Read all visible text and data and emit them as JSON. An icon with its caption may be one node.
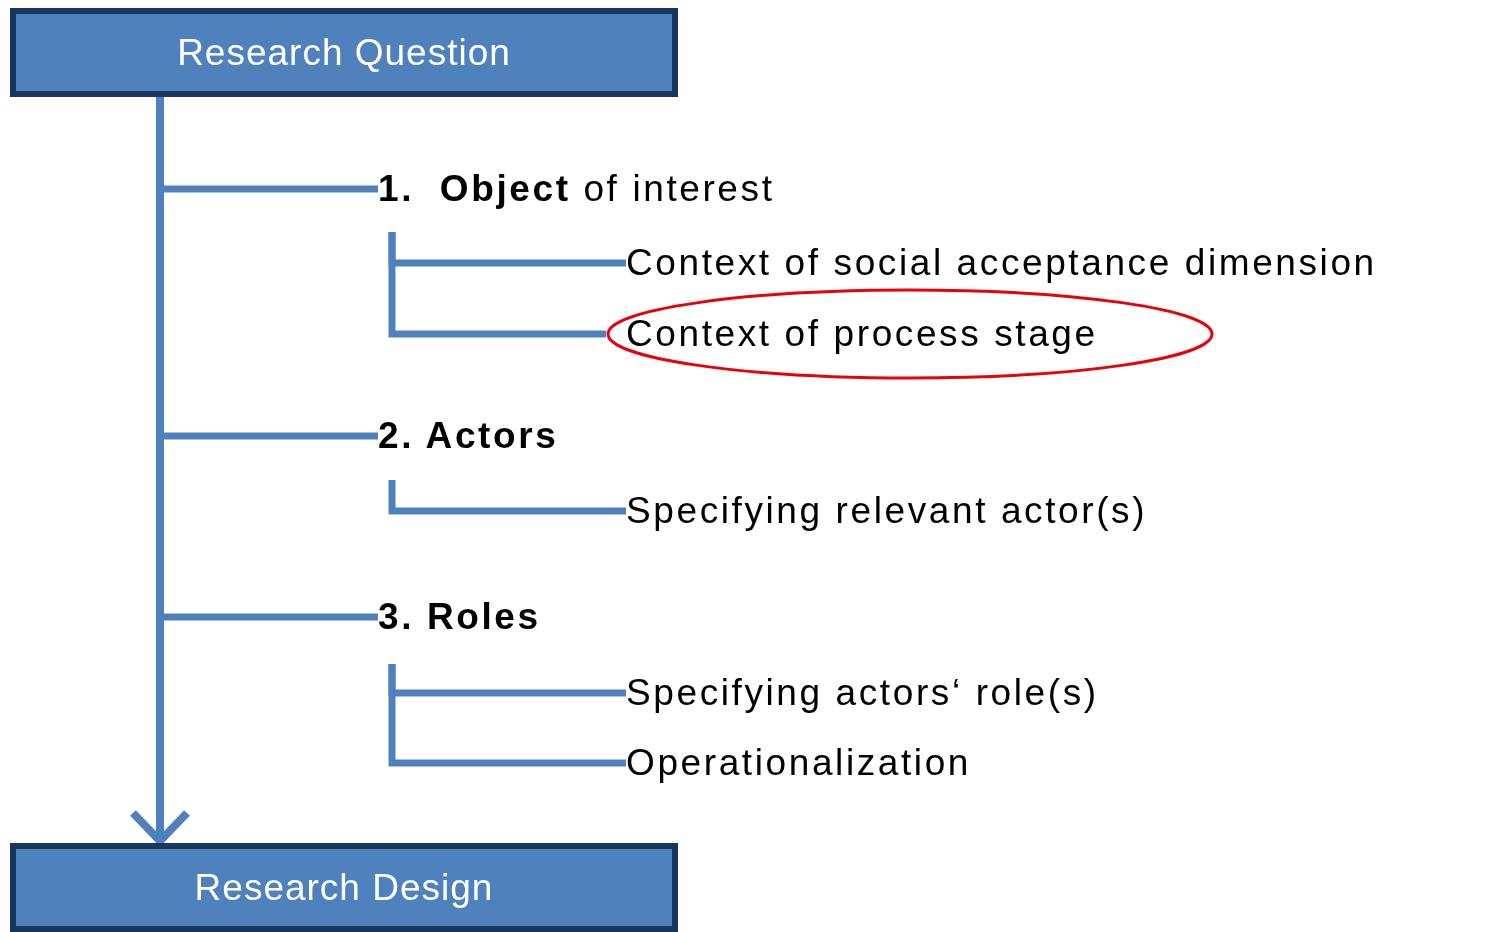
{
  "diagram": {
    "nodes": [
      {
        "text": [
          "Research Question"
        ]
      },
      {
        "text": [
          "Research Design"
        ]
      },
      {
        "text": [
          "**1.  Object** of interest"
        ]
      },
      {
        "text": [
          "Context of social acceptance dimension"
        ]
      },
      {
        "text": [
          "Context of process stage"
        ]
      },
      {
        "text": [
          "2. Actors"
        ]
      },
      {
        "text": [
          "Specifying relevant actor(s)"
        ]
      },
      {
        "text": [
          "3. Roles"
        ]
      },
      {
        "text": [
          "Specifying actors‘ role(s)"
        ]
      },
      {
        "text": [
          "Operationalization"
        ]
      }
    ],
    "edges": [
      {
        "from": 0,
        "to": 1,
        "arrow": "to"
      },
      {
        "from": 0,
        "to": 2,
        "arrow": "none"
      },
      {
        "from": 0,
        "to": 5,
        "arrow": "none"
      },
      {
        "from": 0,
        "to": 7,
        "arrow": "none"
      },
      {
        "from": 2,
        "to": 3,
        "arrow": "none"
      },
      {
        "from": 2,
        "to": 4,
        "arrow": "none"
      },
      {
        "from": 5,
        "to": 6,
        "arrow": "none"
      },
      {
        "from": 7,
        "to": 8,
        "arrow": "none"
      },
      {
        "from": 7,
        "to": 9,
        "arrow": "none"
      }
    ]
  }
}
